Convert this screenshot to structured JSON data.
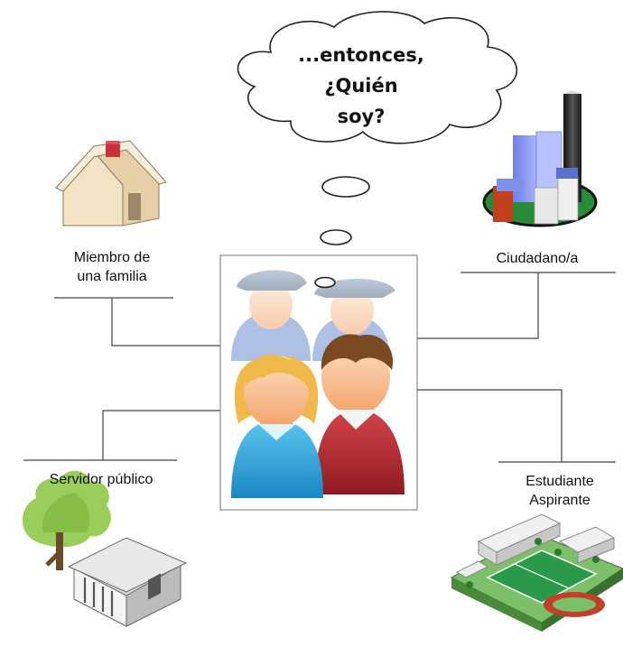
{
  "thought_bubble": {
    "lines": [
      "...entonces,",
      "¿Quién",
      "soy?"
    ]
  },
  "nodes": {
    "family": {
      "line1": "Miembro de",
      "line2": "una familia",
      "icon": "house-icon"
    },
    "citizen": {
      "label": "Ciudadano/a",
      "icon": "city-buildings-icon"
    },
    "public_servant": {
      "label": "Servidor público",
      "icon": "government-building-icon"
    },
    "student": {
      "line1": "Estudiante",
      "line2": "Aspirante",
      "icon": "school-campus-icon"
    }
  },
  "center": {
    "icon": "people-group-icon"
  }
}
